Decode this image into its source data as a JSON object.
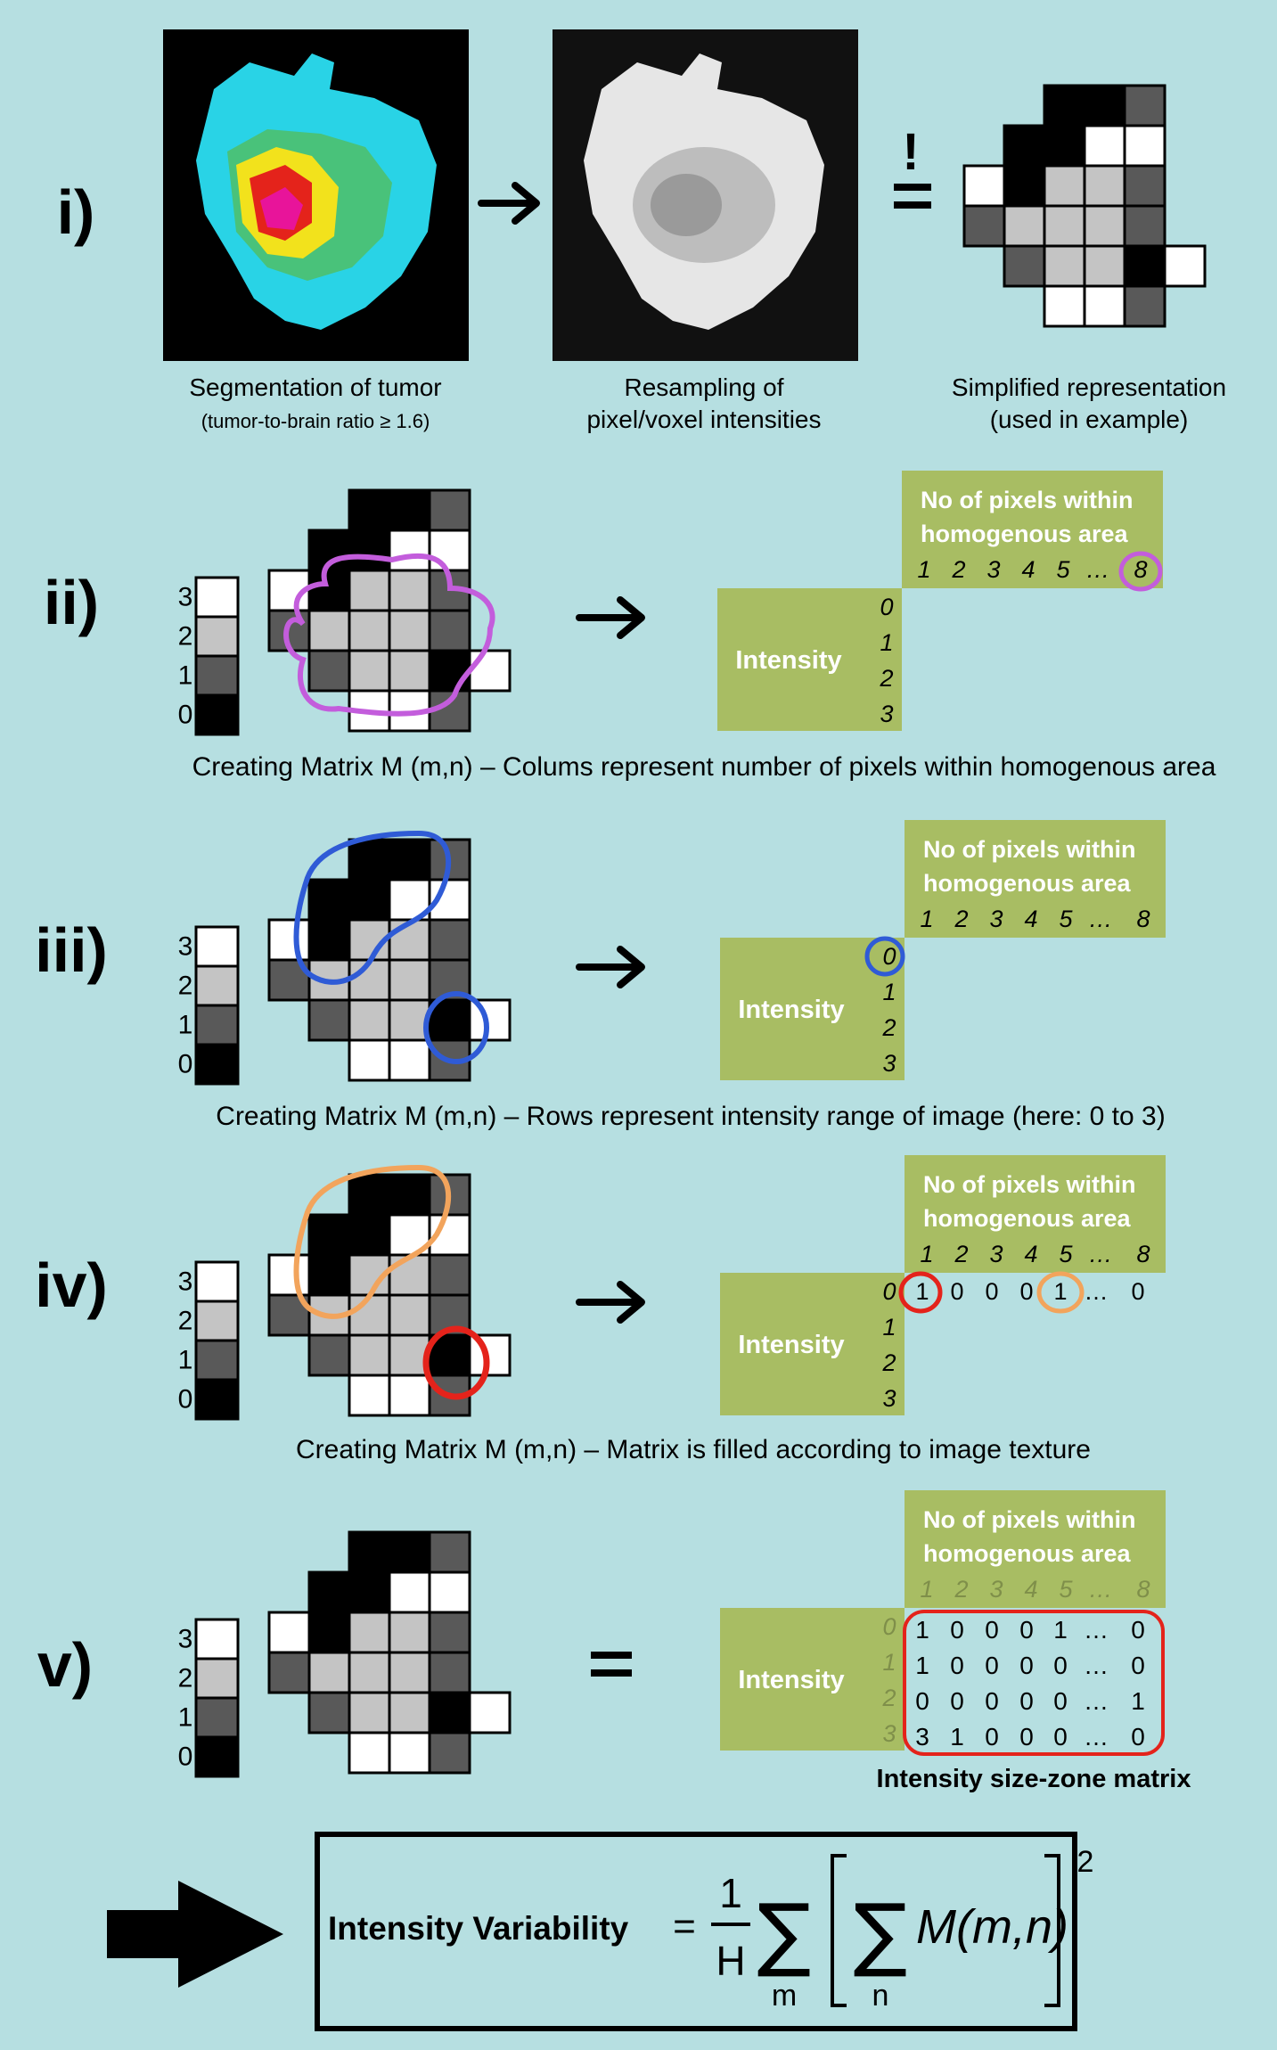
{
  "colors": {
    "background": "#b6dfe1",
    "panel_green": "#a8bd63",
    "gray_dark": "#595959",
    "gray_light": "#c4c4c4",
    "black": "#000000",
    "white": "#ffffff",
    "purple": "#c35ddc",
    "blue": "#2f5bd6",
    "orange": "#f2a45c",
    "red": "#e4231b"
  },
  "legend_scale": [
    "3",
    "2",
    "1",
    "0"
  ],
  "steps": [
    {
      "label": "i)",
      "captions": [
        {
          "line1": "Segmentation of tumor",
          "line2": "(tumor-to-brain ratio ≥ 1.6)"
        },
        {
          "line1": "Resampling of",
          "line2": "pixel/voxel intensities"
        },
        {
          "line1": "Simplified representation",
          "line2": "(used in example)"
        }
      ],
      "equals_symbol": "!"
    },
    {
      "label": "ii)",
      "caption": "Creating Matrix M (m,n) – Colums represent number of pixels within homogenous  area"
    },
    {
      "label": "iii)",
      "caption": "Creating Matrix M (m,n) – Rows represent intensity range of image (here: 0 to 3)"
    },
    {
      "label": "iv)",
      "caption": "Creating Matrix M (m,n) – Matrix is filled according to image texture"
    },
    {
      "label": "v)",
      "caption": "Intensity size-zone matrix"
    }
  ],
  "matrix": {
    "col_header": "No of pixels within homogenous area",
    "col_header_line1": "No of pixels within",
    "col_header_line2": "homogenous area",
    "col_labels": [
      "1",
      "2",
      "3",
      "4",
      "5",
      "…",
      "8"
    ],
    "row_header": "Intensity",
    "row_labels": [
      "0",
      "1",
      "2",
      "3"
    ],
    "row0_partial": [
      "1",
      "0",
      "0",
      "0",
      "1",
      "…",
      "0"
    ],
    "full": [
      [
        "1",
        "0",
        "0",
        "0",
        "1",
        "…",
        "0"
      ],
      [
        "1",
        "0",
        "0",
        "0",
        "0",
        "…",
        "0"
      ],
      [
        "0",
        "0",
        "0",
        "0",
        "0",
        "…",
        "1"
      ],
      [
        "3",
        "1",
        "0",
        "0",
        "0",
        "…",
        "0"
      ]
    ]
  },
  "formula": {
    "lhs": "Intensity  Variability",
    "equals": "=",
    "frac_num": "1",
    "frac_den": "H",
    "sum_outer": "∑",
    "sum_inner": "∑",
    "outer_index": "m",
    "inner_index": "n",
    "term": "M(m,n)",
    "exponent": "2"
  }
}
